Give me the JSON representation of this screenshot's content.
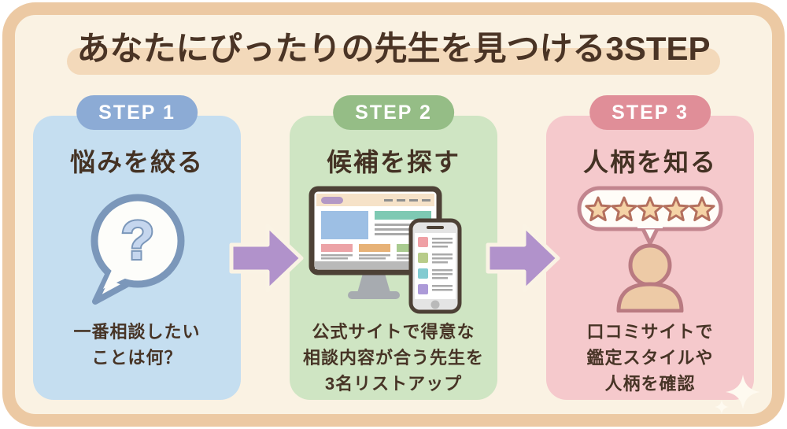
{
  "title": "あなたにぴったりの先生を見つける3STEP",
  "steps": [
    {
      "badge": "STEP 1",
      "heading": "悩みを絞る",
      "body": "一番相談したい\nことは何？",
      "icon": "question-speech-bubble-icon",
      "card_color": "#c5def0",
      "badge_color": "#8cabd5"
    },
    {
      "badge": "STEP 2",
      "heading": "候補を探す",
      "body": "公式サイトで得意な\n相談内容が合う先生を\n3名リストアップ",
      "icon": "monitor-and-phone-website-icon",
      "card_color": "#cfe5c3",
      "badge_color": "#95bd86"
    },
    {
      "badge": "STEP 3",
      "heading": "人柄を知る",
      "body": "口コミサイトで\n鑑定スタイルや\n人柄を確認",
      "icon": "five-star-review-person-icon",
      "card_color": "#f5c9cc",
      "badge_color": "#e08e98"
    }
  ],
  "rating_stars": 5,
  "colors": {
    "frame_border": "#ecc9a3",
    "background": "#faf2e3",
    "title_text": "#4a3425",
    "title_highlight": "#f3d9ba",
    "body_text": "#473426",
    "arrow": "#b192cb",
    "star_fill": "#f5d3a6",
    "star_outline": "#b4705e",
    "bubble_outline_blue": "#7b97ba",
    "bubble_outline_rose": "#c2858e",
    "person_fill": "#edcaa6",
    "person_outline": "#b97a81"
  }
}
